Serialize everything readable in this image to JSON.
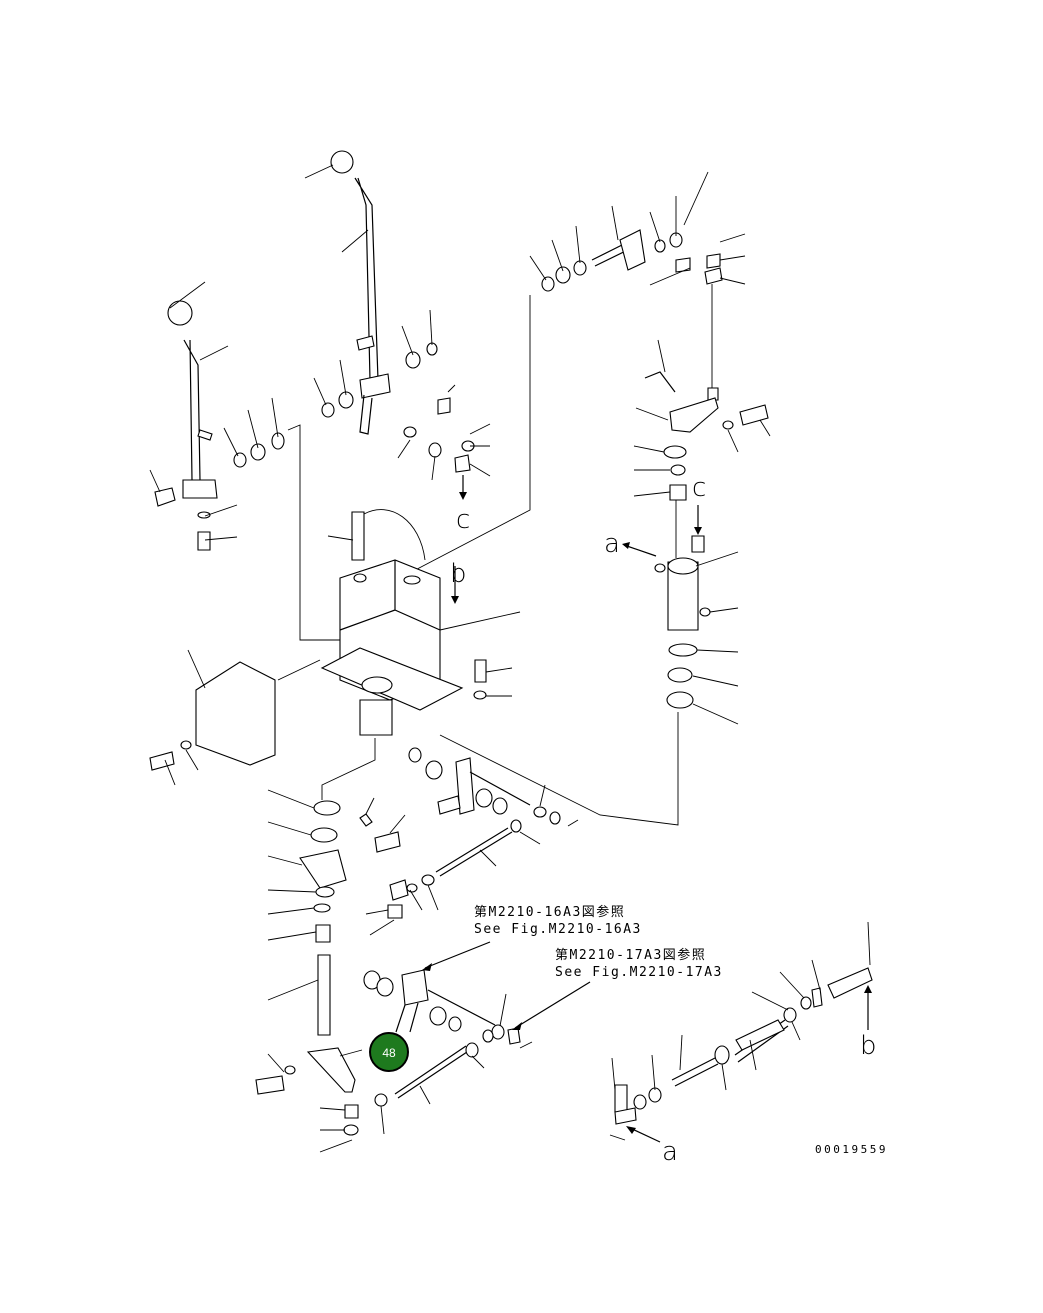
{
  "references": [
    {
      "jp": "第M2210-16A3図参照",
      "en": "See Fig.M2210-16A3"
    },
    {
      "jp": "第M2210-17A3図参照",
      "en": "See Fig.M2210-17A3"
    }
  ],
  "markers": {
    "a": "a",
    "b": "b",
    "c": "c"
  },
  "callout": {
    "label": "48",
    "color": "#1e7a1e"
  },
  "catalog_number": "00019559"
}
